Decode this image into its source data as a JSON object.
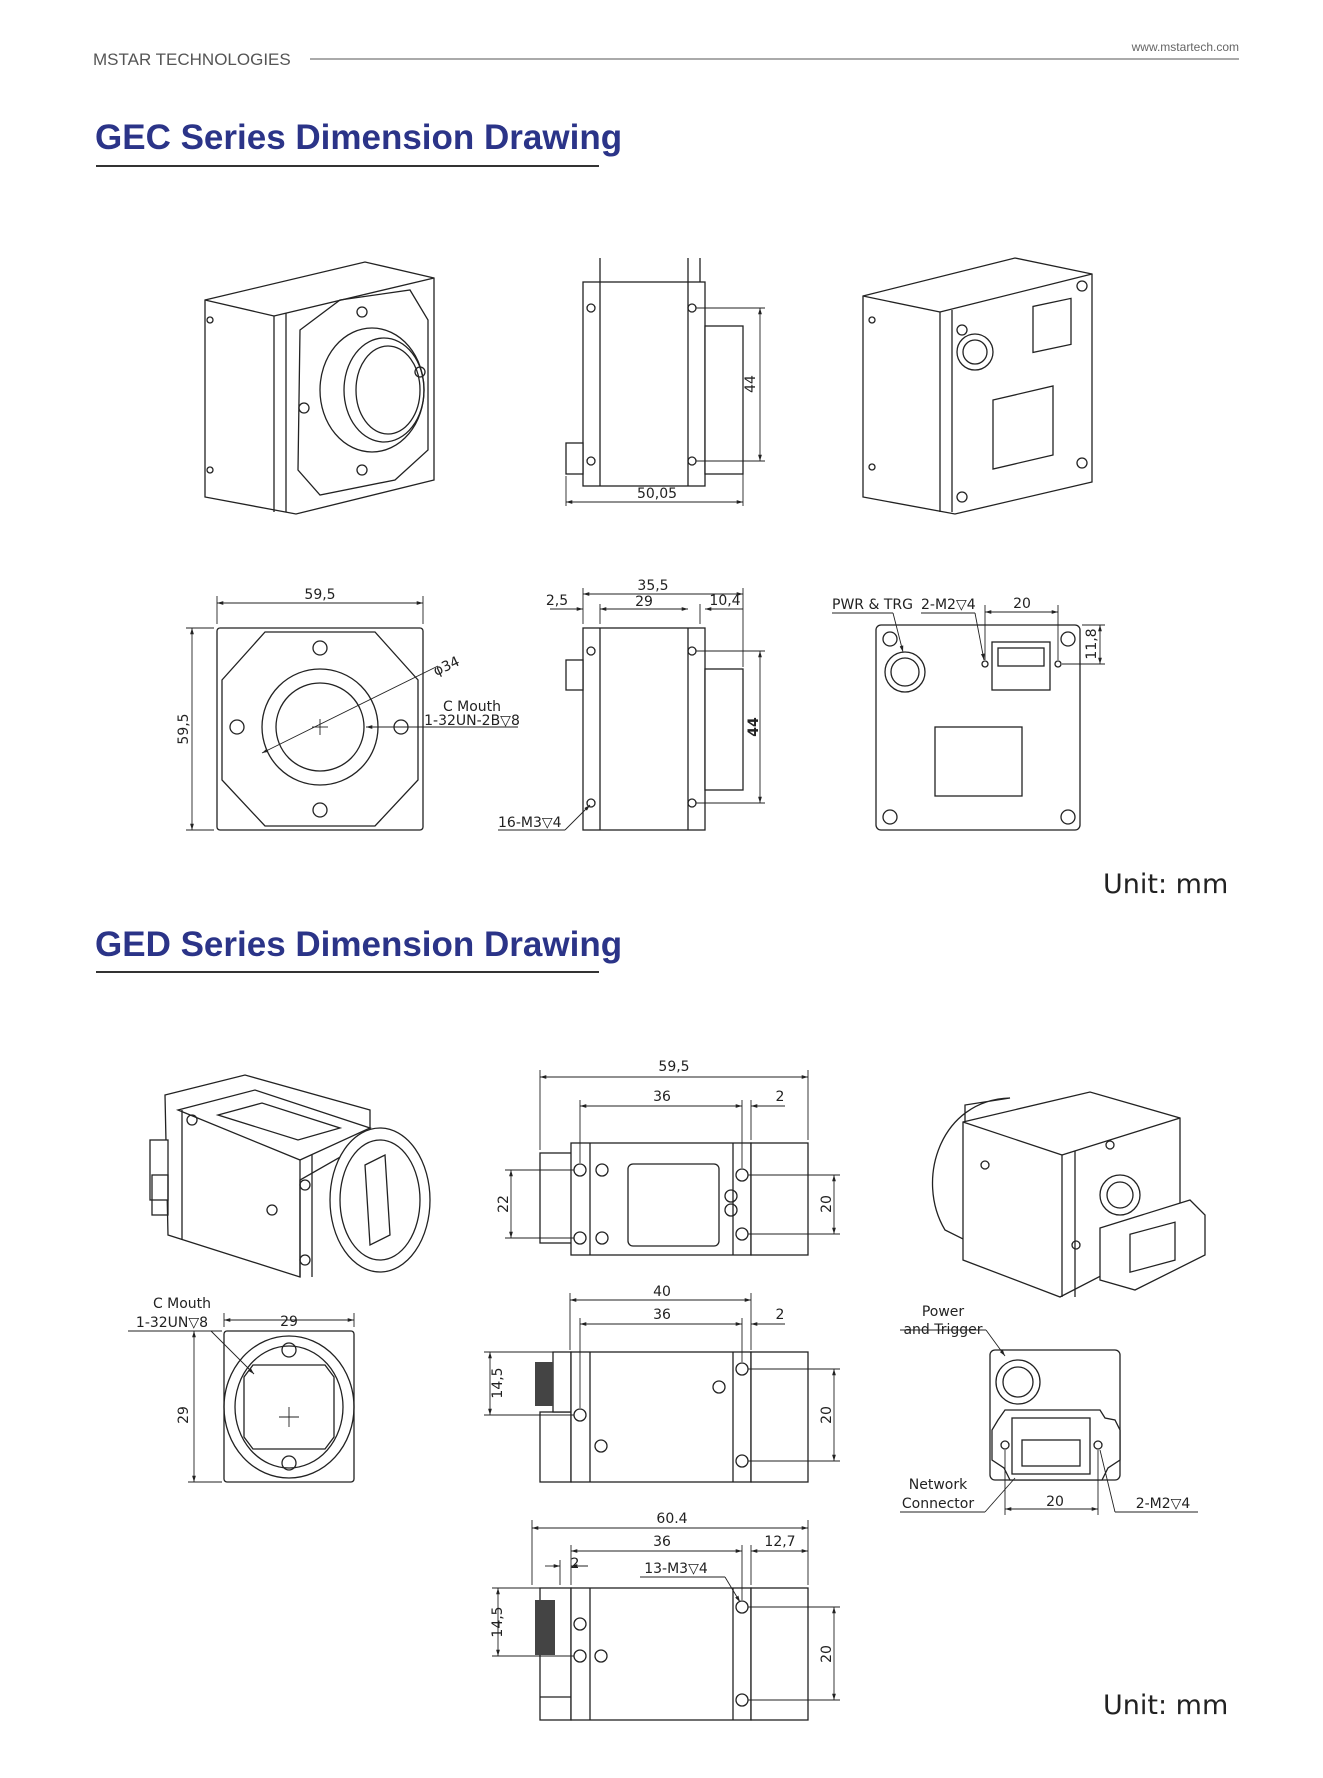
{
  "header": {
    "company": "MSTAR TECHNOLOGIES",
    "website": "www.mstartech.com"
  },
  "gec": {
    "title": "GEC Series Dimension Drawing",
    "unit": "Unit: mm",
    "dims": {
      "side_width": "50,05",
      "side_height": "44",
      "front_width": "59,5",
      "front_height": "59,5",
      "diameter": "φ34",
      "c_mouth": "C Mouth",
      "thread": "1-32UN-2B▽8",
      "total": "35,5",
      "front_offset": "2,5",
      "body": "29",
      "lens": "10,4",
      "side_height2": "44",
      "screws": "16-M3▽4",
      "pwr": "PWR & TRG",
      "m2": "2-M2▽4",
      "rj_span": "20",
      "rj_offset": "11,8"
    }
  },
  "ged": {
    "title": "GED Series Dimension Drawing",
    "unit": "Unit: mm",
    "dims": {
      "top_total": "59,5",
      "top_body": "36",
      "top_lens": "2",
      "top_left": "22",
      "top_right": "20",
      "c_mouth": "C Mouth",
      "thread": "1-32UN▽8",
      "front_w": "29",
      "front_h": "29",
      "side_total": "40",
      "side_body": "36",
      "side_lens": "2",
      "side_left": "14,5",
      "side_right": "20",
      "power": "Power",
      "trigger": "and Trigger",
      "network": "Network",
      "connector": "Connector",
      "rj_span": "20",
      "m2": "2-M2▽4",
      "s3_total": "60.4",
      "s3_body": "36",
      "s3_front": "2",
      "s3_lens": "12,7",
      "s3_screws": "13-M3▽4",
      "s3_left": "14,5",
      "s3_right": "20"
    }
  }
}
